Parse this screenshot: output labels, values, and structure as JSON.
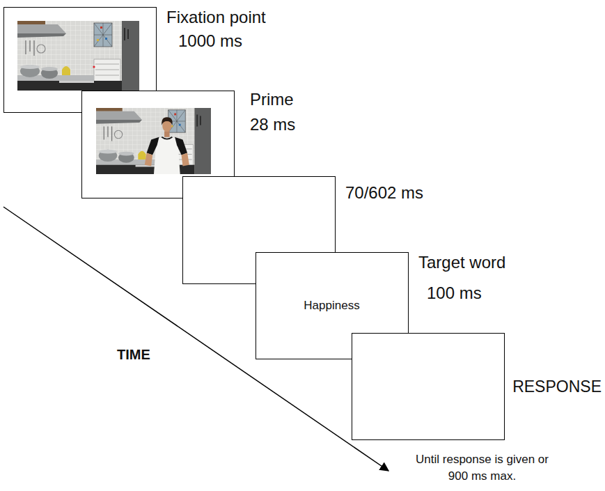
{
  "diagram": {
    "nodes": [
      {
        "text": [
          "Fixation point",
          "1000 ms"
        ]
      },
      {
        "text": [
          "Prime",
          "28 ms"
        ]
      },
      {
        "text": [
          "70/602 ms"
        ]
      },
      {
        "text": [
          "Target word",
          "100 ms",
          "Happiness"
        ]
      },
      {
        "text": [
          "RESPONSE"
        ]
      }
    ],
    "labels": [
      "TIME",
      "Until response is given or 900 ms max."
    ]
  }
}
